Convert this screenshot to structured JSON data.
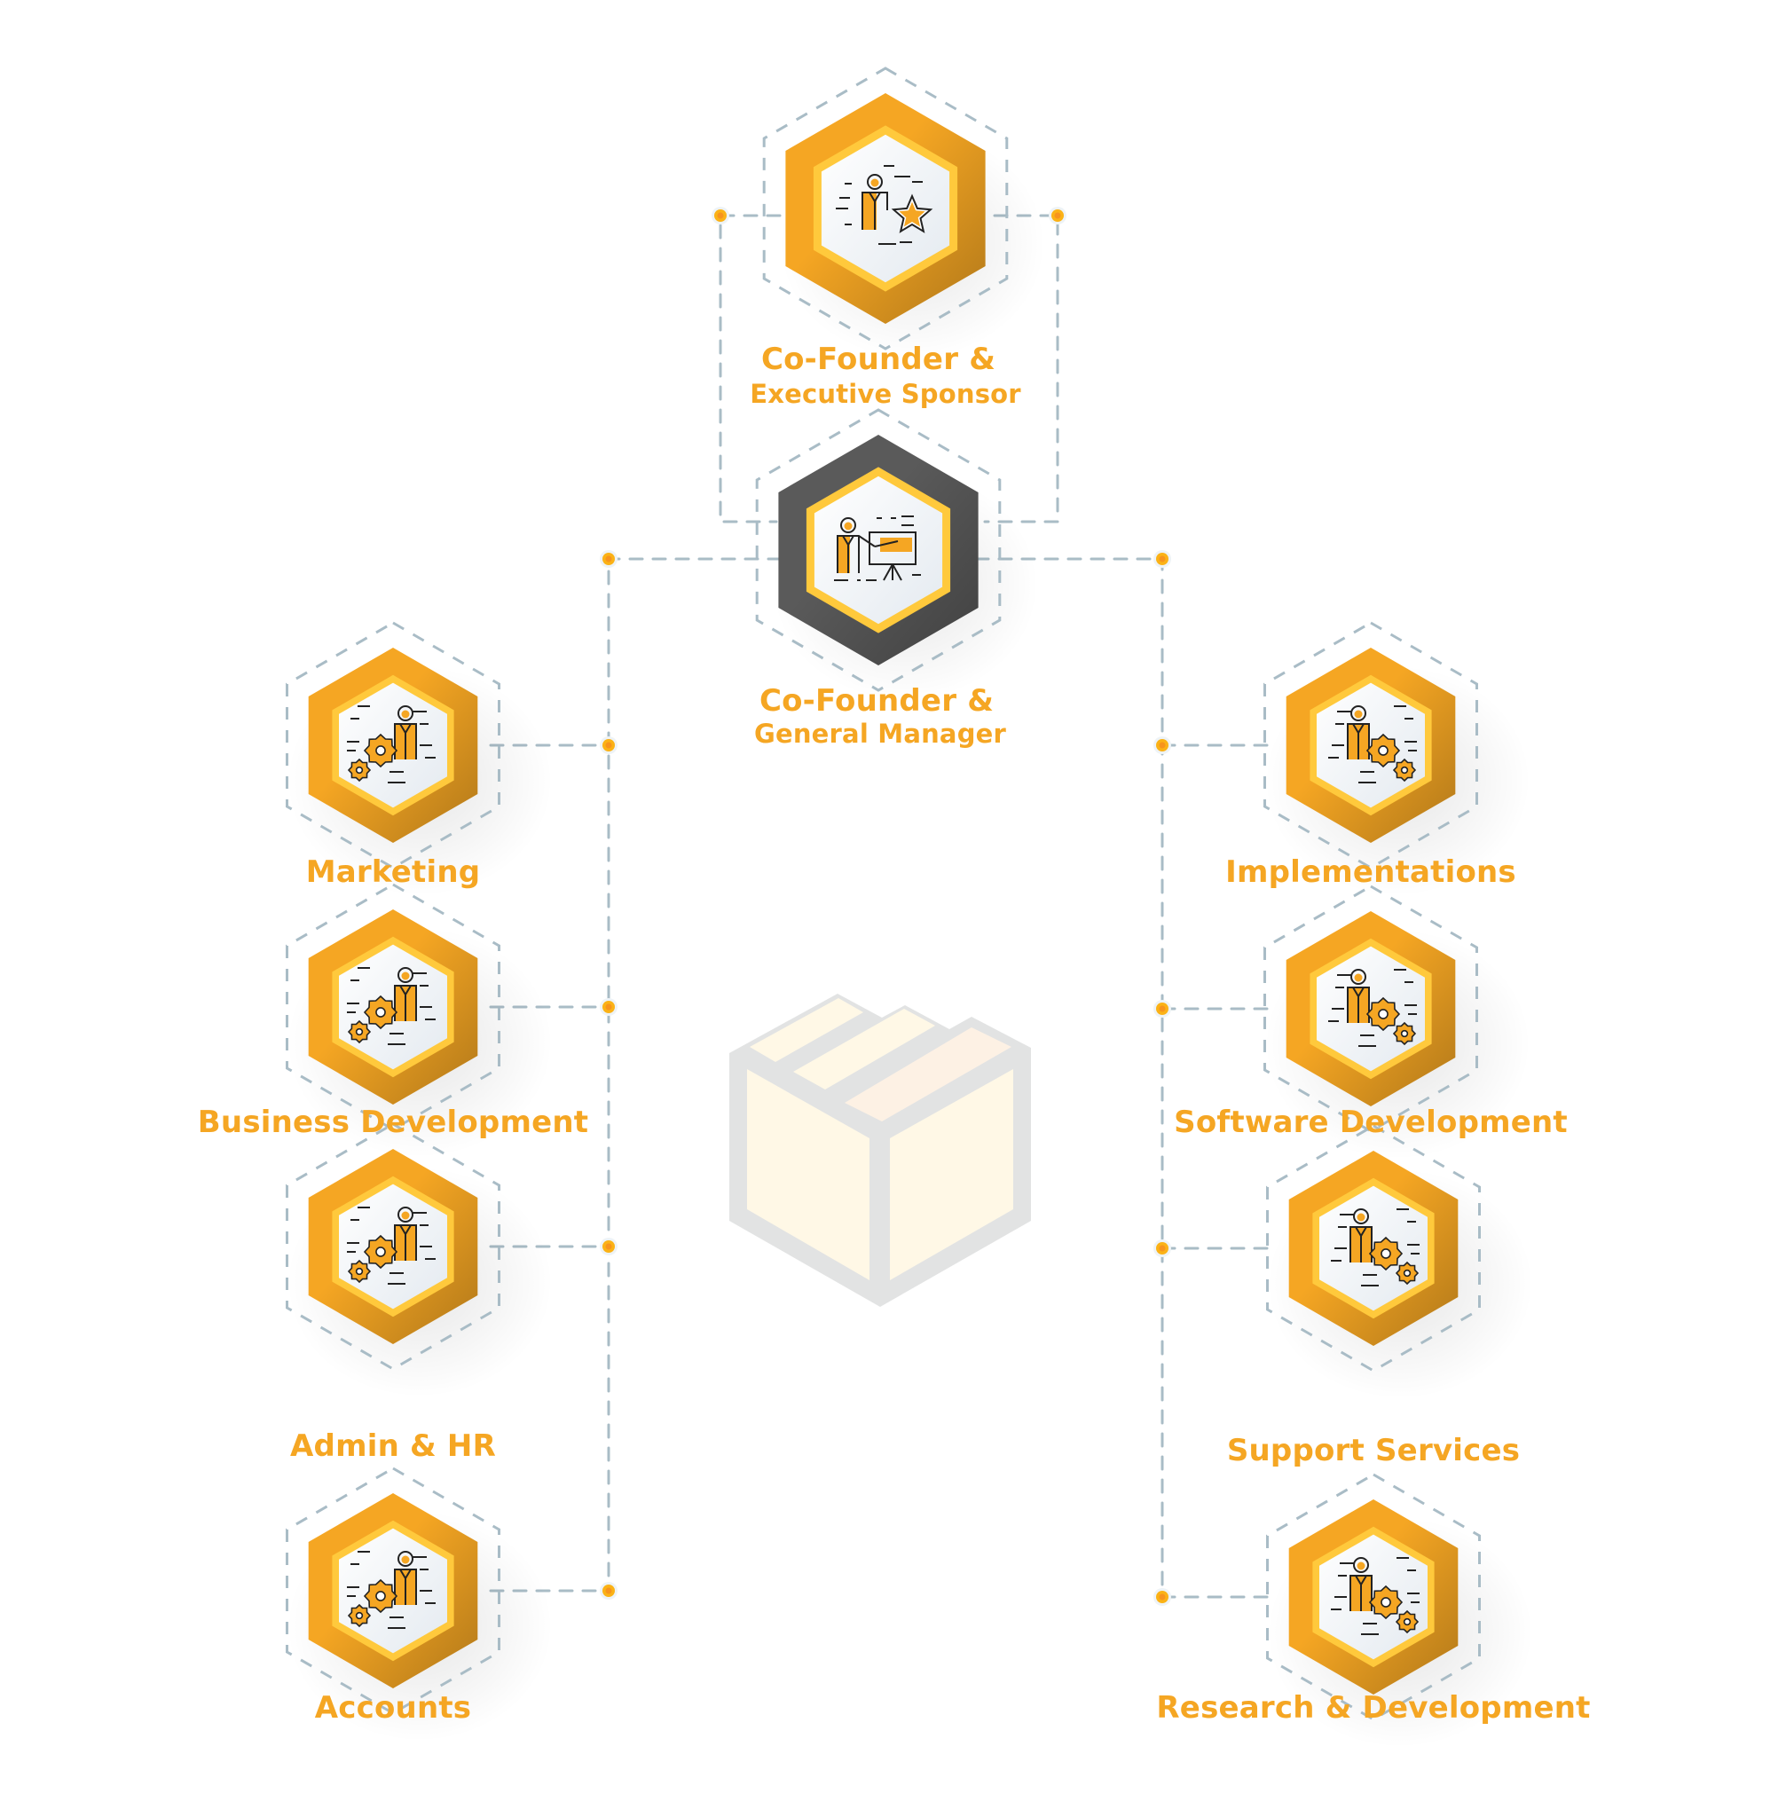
{
  "colors": {
    "accent": "#f5a623",
    "accent_light": "#ffc93c",
    "dark": "#5a5a5a",
    "connector": "#a9bcc6",
    "dot": "#fbb216",
    "inner_fill": "#eef2f6",
    "box_outline": "#e2e3e3",
    "box_fill": "#fff8e6"
  },
  "leadership": [
    {
      "id": "executive-sponsor",
      "title_line1": "Co-Founder &",
      "title_line2": "Executive Sponsor",
      "icon": "person-star-icon",
      "style": "orange"
    },
    {
      "id": "general-manager",
      "title_line1": "Co-Founder &",
      "title_line2": "General Manager",
      "icon": "person-presentation-icon",
      "style": "dark"
    }
  ],
  "departments_left": [
    {
      "id": "marketing",
      "label": "Marketing",
      "icon": "person-gears-icon"
    },
    {
      "id": "business-development",
      "label": "Business Development",
      "icon": "person-gears-icon"
    },
    {
      "id": "admin-hr",
      "label": "Admin & HR",
      "icon": "person-gears-icon"
    },
    {
      "id": "accounts",
      "label": "Accounts",
      "icon": "person-gears-icon"
    }
  ],
  "departments_right": [
    {
      "id": "implementations",
      "label": "Implementations",
      "icon": "person-gears-icon"
    },
    {
      "id": "software-development",
      "label": "Software Development",
      "icon": "person-gears-icon"
    },
    {
      "id": "support-services",
      "label": "Support Services",
      "icon": "person-gears-icon"
    },
    {
      "id": "research-development",
      "label": "Research & Development",
      "icon": "person-gears-icon"
    }
  ],
  "center_graphic": {
    "icon": "package-box-icon"
  }
}
